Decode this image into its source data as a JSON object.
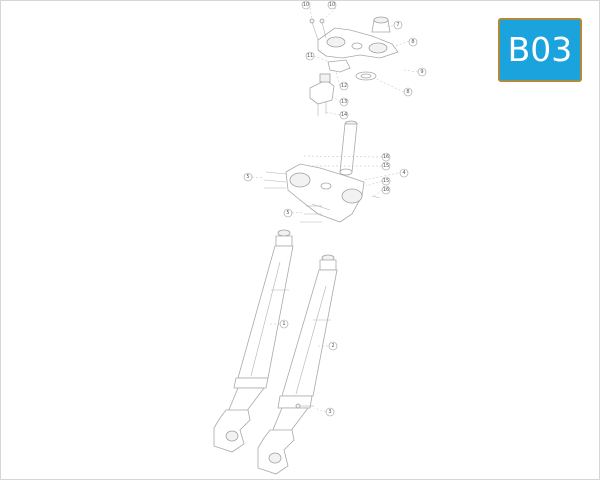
{
  "badge": {
    "label": "B03",
    "background": "#1aa3dc",
    "border": "#b08a3a"
  },
  "callouts": [
    "1",
    "2",
    "3",
    "4",
    "5",
    "5",
    "6",
    "7",
    "8",
    "8",
    "9",
    "9",
    "10",
    "11",
    "12",
    "13",
    "14",
    "15",
    "15",
    "16",
    "16"
  ]
}
